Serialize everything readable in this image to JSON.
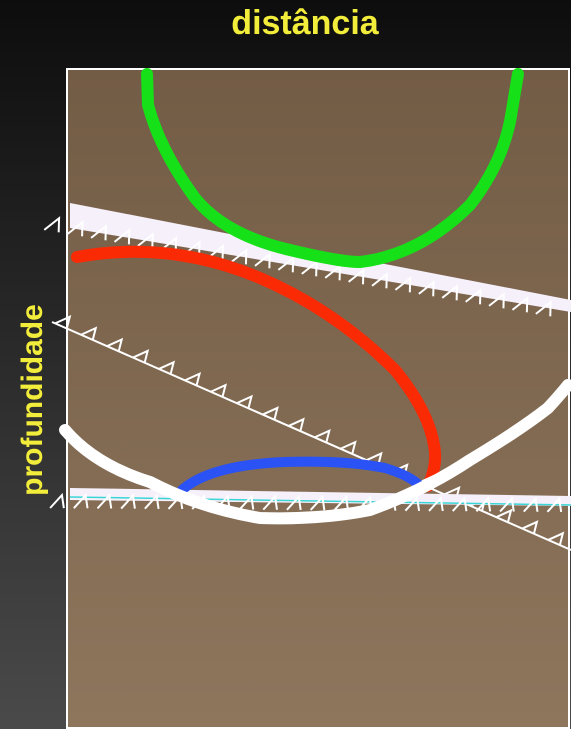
{
  "labels": {
    "horizontal_axis": "distância",
    "vertical_axis": "profundidade"
  },
  "colors": {
    "label": "#f2ec3a",
    "earth_top": "#735c45",
    "earth_bottom": "#8e765d",
    "frame": "#ffffff",
    "green_curve": "#16e018",
    "red_curve": "#fa2a05",
    "blue_curve": "#2a52f5",
    "white_curve": "#ffffff",
    "fault_band": "#f6f0fb"
  },
  "icons": {
    "fault_marks": "sawtooth-thrust-fault"
  }
}
